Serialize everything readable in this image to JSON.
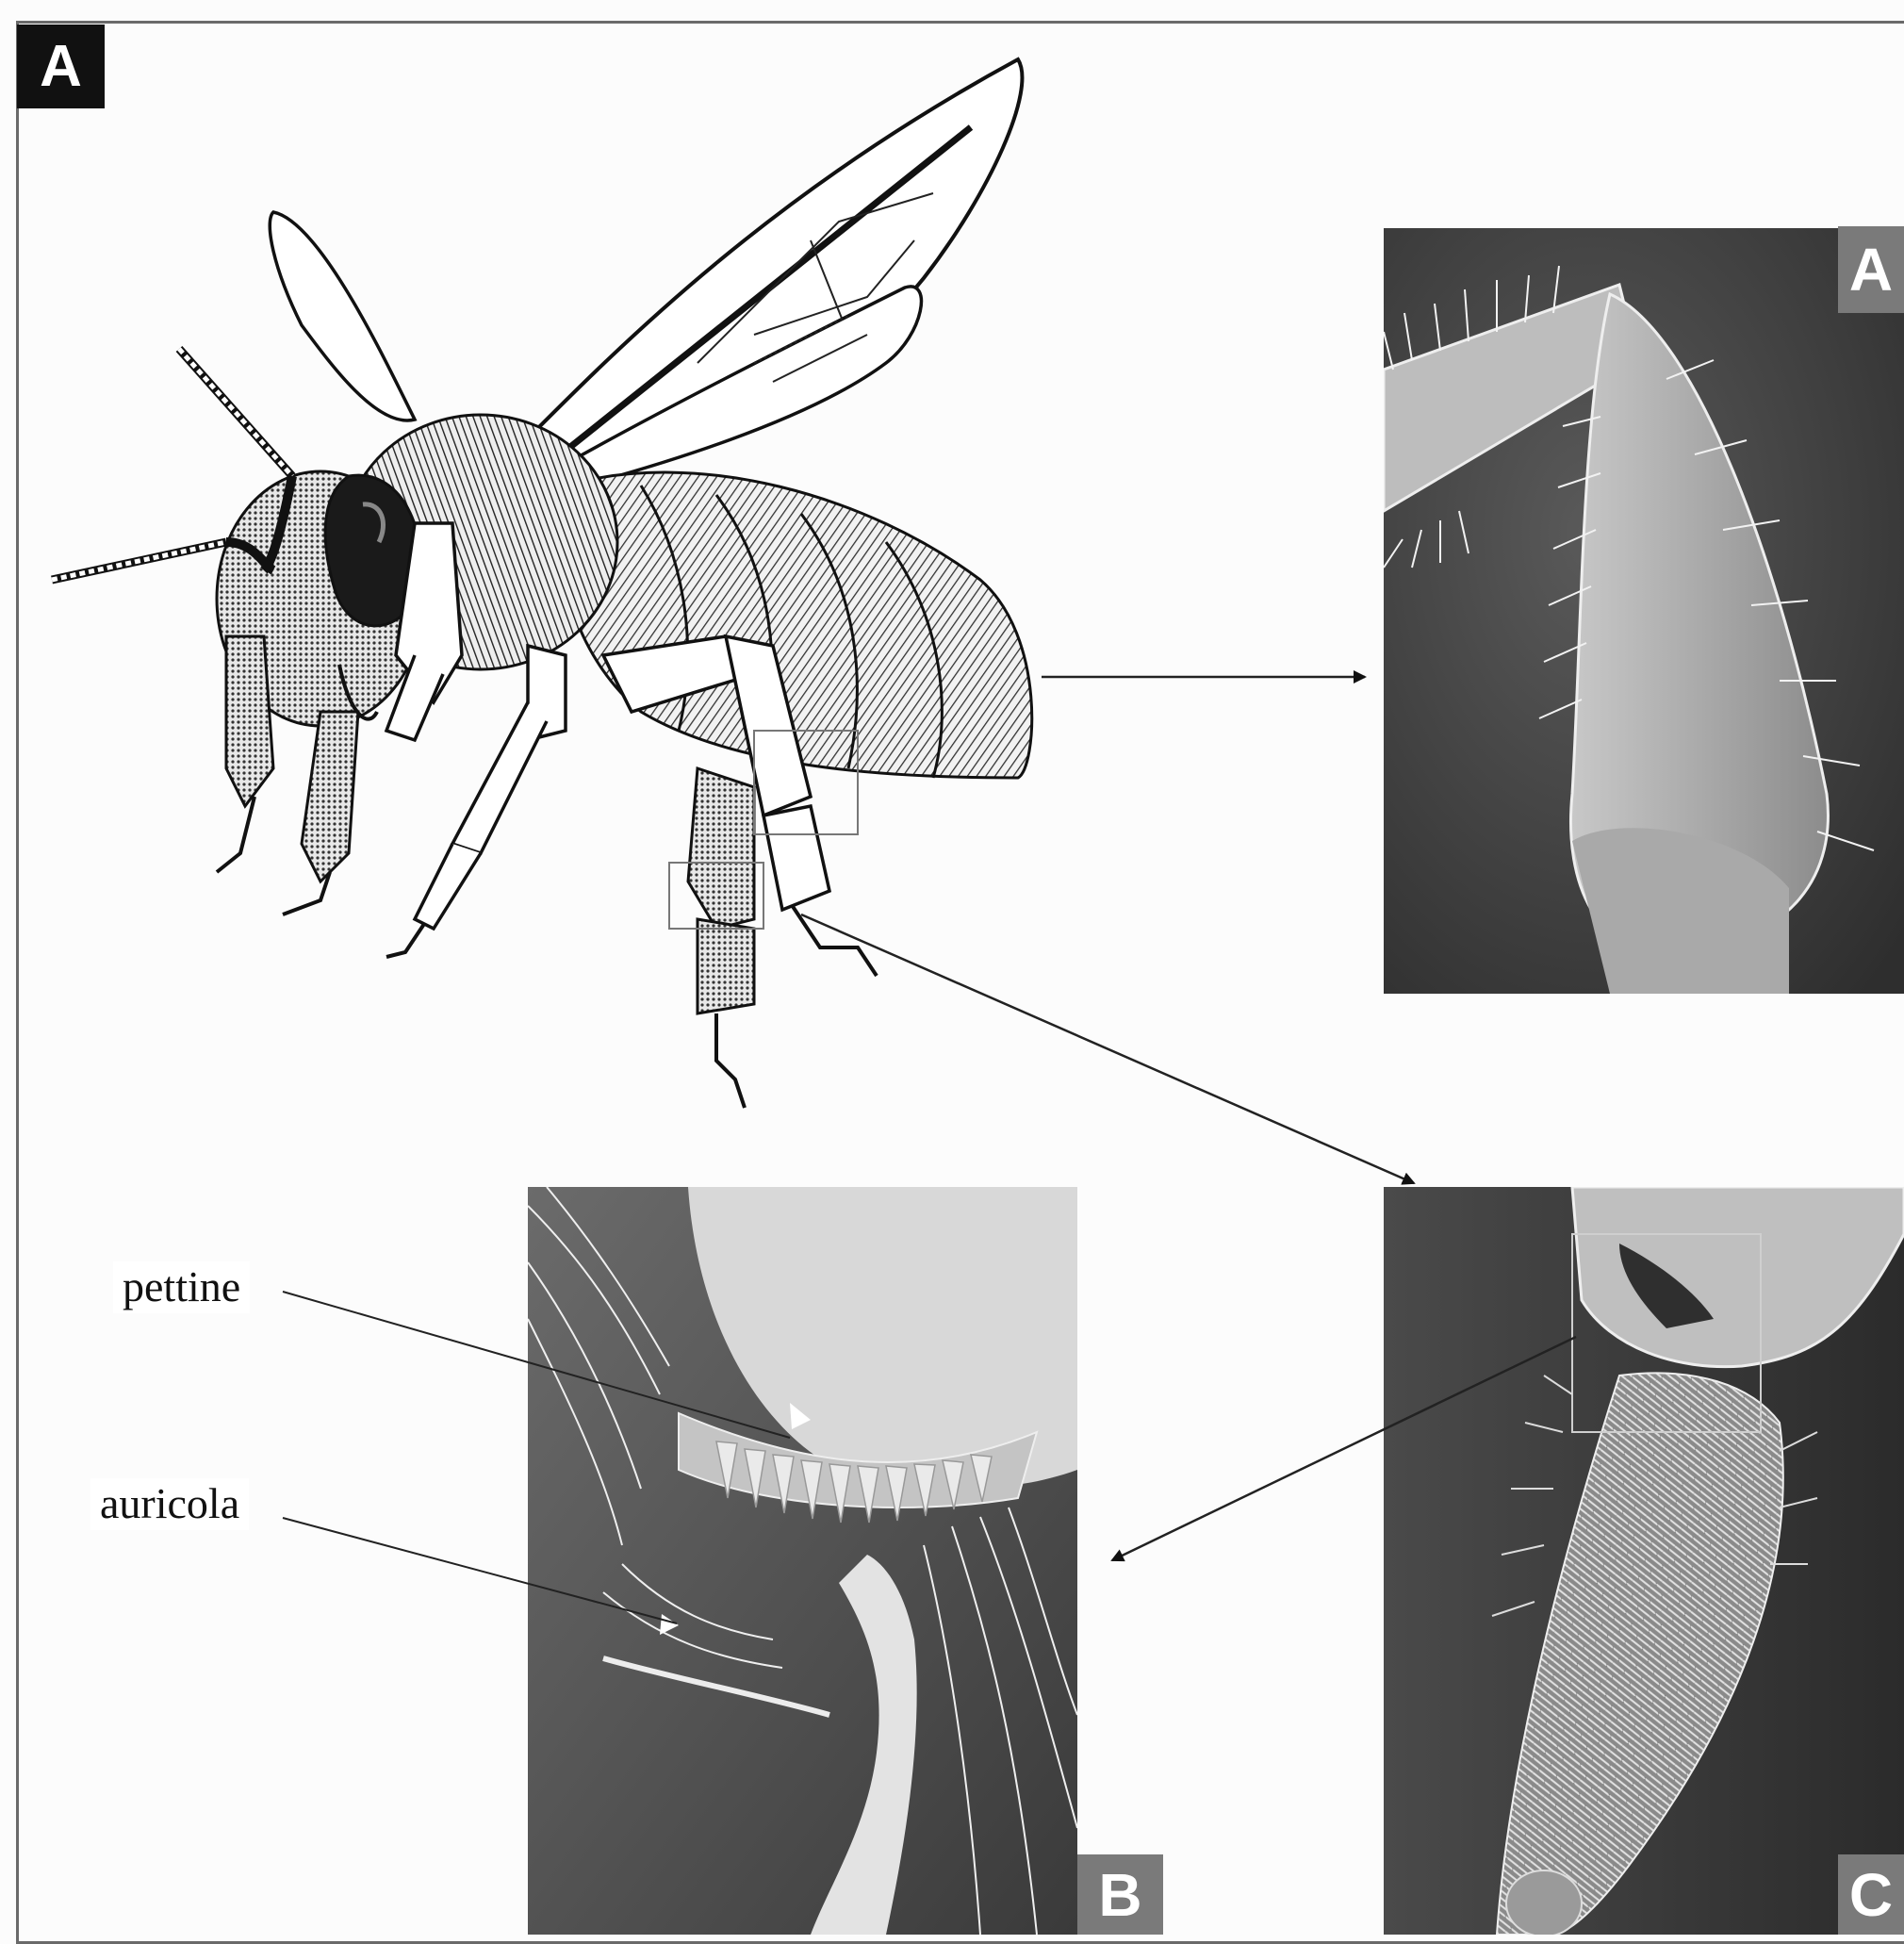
{
  "figure": {
    "main_panel_label": "A",
    "insets": [
      {
        "label": "A",
        "description_key": "hind-leg-sem"
      },
      {
        "label": "B",
        "description_key": "pollen-press-closeup-sem"
      },
      {
        "label": "C",
        "description_key": "basitarsus-sem"
      }
    ]
  },
  "callouts": {
    "pettine": "pettine",
    "auricola": "auricola"
  },
  "colors": {
    "background": "#fcfcfc",
    "frame": "#6a6a6a",
    "badge_main": "#111111",
    "badge_inset": "#7a7a7a",
    "sem_dark": "#3b3b3b",
    "sem_light": "#d9d9d9"
  }
}
